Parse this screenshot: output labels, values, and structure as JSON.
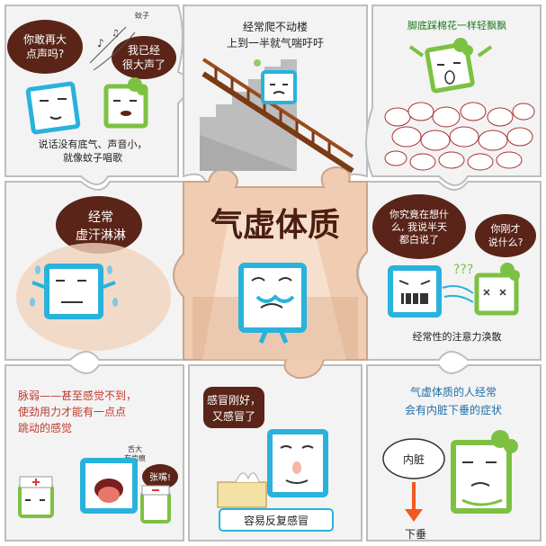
{
  "title": "气虚体质",
  "panels": {
    "top_left": {
      "bubble_left": [
        "你敢再大",
        "点声吗?"
      ],
      "bubble_right": [
        "我已经",
        "很大声了"
      ],
      "tag": "蚊子",
      "caption": [
        "说话没有底气、声音小，",
        "就像蚊子唱歌"
      ]
    },
    "top_center": {
      "caption": [
        "经常爬不动楼",
        "上到一半就气喘吁吁"
      ]
    },
    "top_right": {
      "caption": "脚底踩棉花一样轻飘飘"
    },
    "middle_left": {
      "bubble": [
        "经常",
        "虚汗淋淋"
      ]
    },
    "middle_right": {
      "bubble_left": [
        "你究竟在想什",
        "么, 我说半天",
        "都白说了"
      ],
      "bubble_right": [
        "你刚才",
        "说什么?"
      ],
      "caption": "经常性的注意力涣散"
    },
    "bottom_left": {
      "caption": [
        "脉弱——甚至感觉不到，",
        "使劲用力才能有一点点",
        "跳动的感觉"
      ],
      "tongue_label": [
        "舌大",
        "有齿痕"
      ],
      "bubble": "张嘴!"
    },
    "bottom_center": {
      "bubble": [
        "感冒刚好，",
        "又感冒了"
      ],
      "caption": "容易反复感冒"
    },
    "bottom_right": {
      "caption": [
        "气虚体质的人经常",
        "会有内脏下垂的症状"
      ],
      "bubble": "内脏",
      "arrow_label": "下垂"
    }
  },
  "colors": {
    "puzzle_bg": "#f3f3f3",
    "puzzle_border": "#b9b9b9",
    "center_bg": "#f0cdb2",
    "cube_blue": "#29b2dc",
    "cube_green": "#7dc143",
    "bubble_dark": "#5a2418",
    "title_dark": "#4a1e10",
    "arrow_orange": "#f05a1e"
  }
}
